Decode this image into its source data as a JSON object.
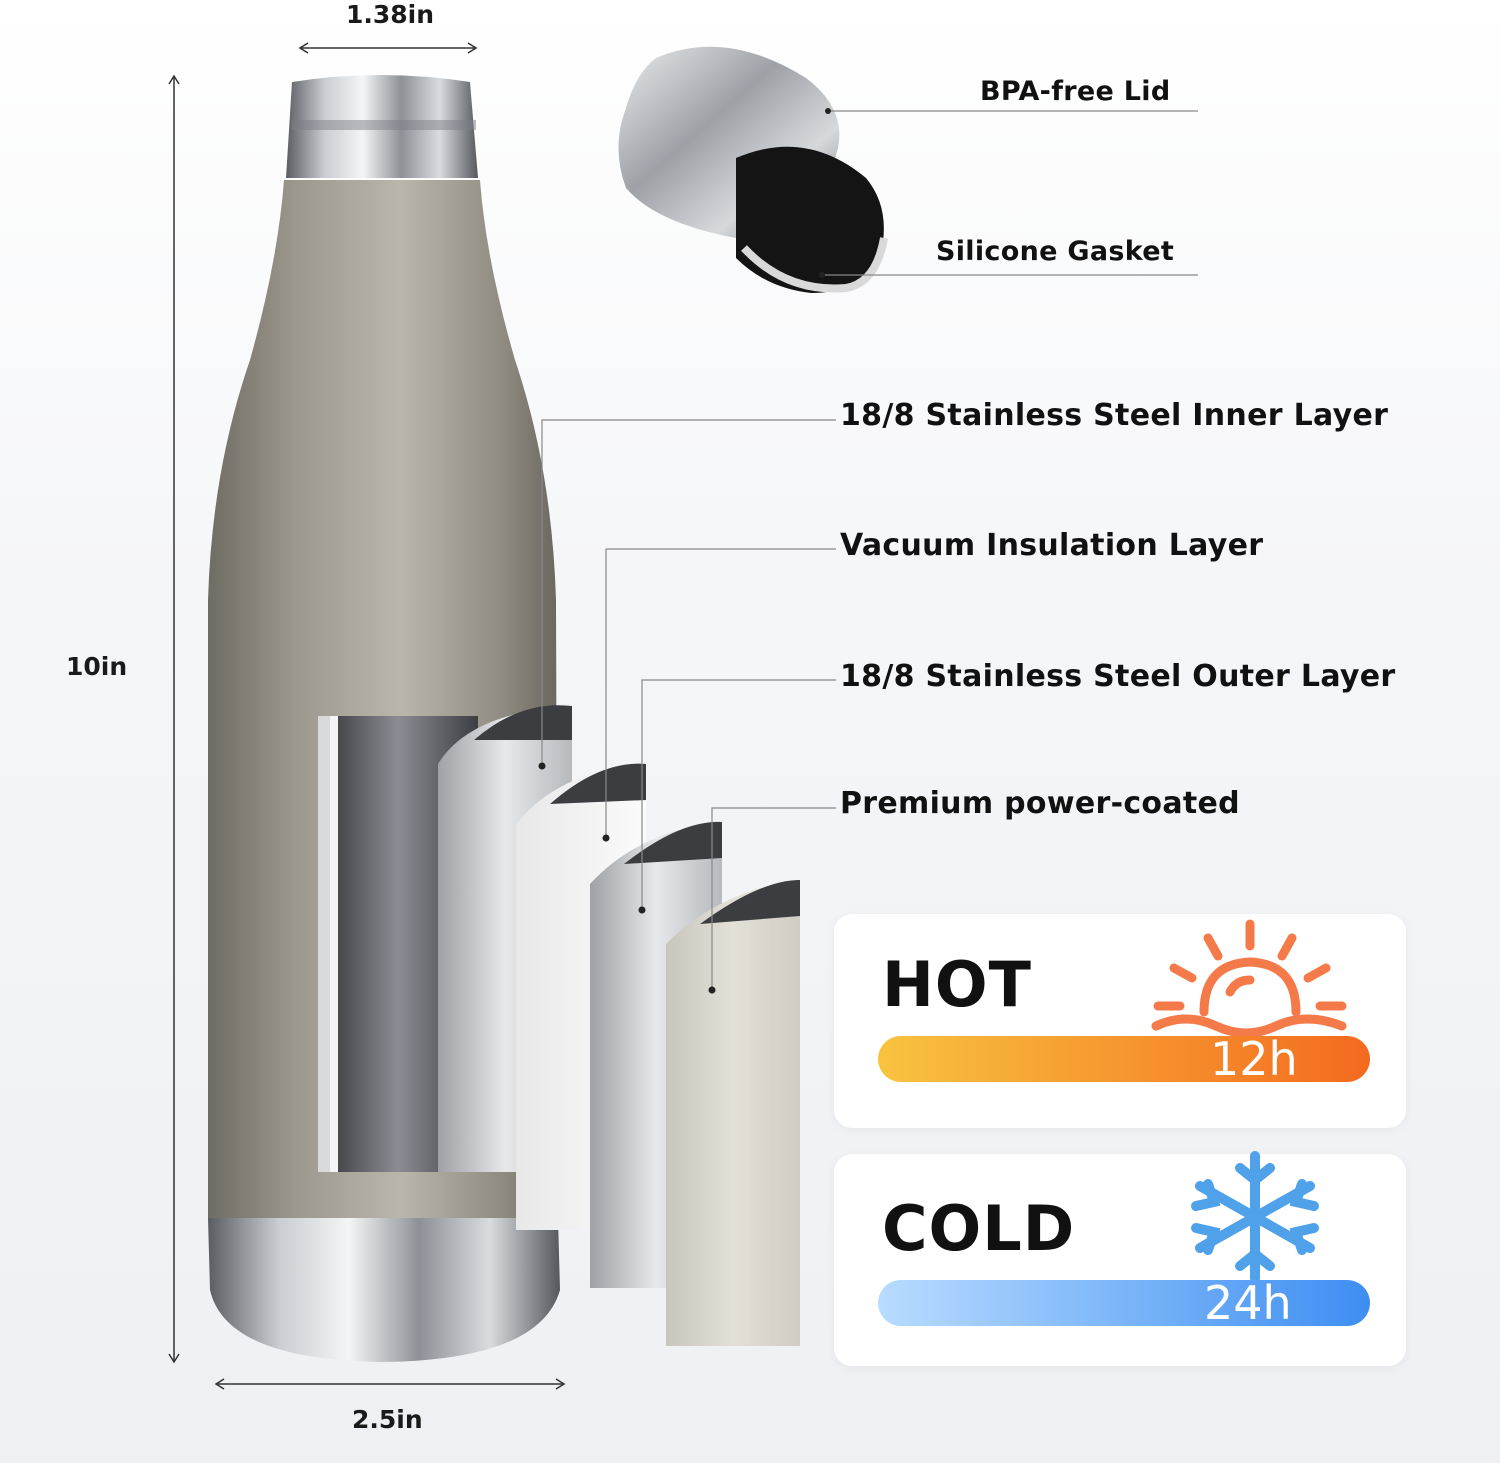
{
  "dimensions": {
    "top_width": "1.38in",
    "height": "10in",
    "bottom_width": "2.5in"
  },
  "callouts": {
    "lid": "BPA-free Lid",
    "gasket": "Silicone Gasket",
    "inner_layer": "18/8 Stainless Steel Inner Layer",
    "vacuum_layer": "Vacuum Insulation Layer",
    "outer_layer": "18/8 Stainless Steel Outer Layer",
    "coating": "Premium power-coated"
  },
  "hot": {
    "label": "HOT",
    "duration": "12h",
    "icon": "sun-icon",
    "colors": [
      "#f8c33f",
      "#f46a1f"
    ]
  },
  "cold": {
    "label": "COLD",
    "duration": "24h",
    "icon": "snowflake-icon",
    "colors": [
      "#b9dcff",
      "#3d8ef2"
    ]
  }
}
